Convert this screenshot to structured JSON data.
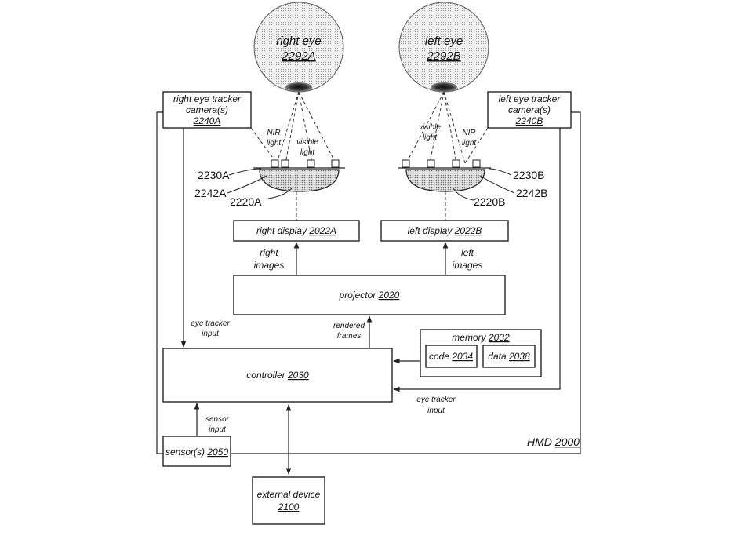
{
  "diagram": {
    "hmd": {
      "label": "HMD",
      "ref": "2000"
    },
    "right_eye": {
      "label": "right eye",
      "ref": "2292A"
    },
    "left_eye": {
      "label": "left eye",
      "ref": "2292B"
    },
    "right_tracker": {
      "line1": "right eye tracker",
      "line2": "camera(s)",
      "ref": "2240A"
    },
    "left_tracker": {
      "line1": "left eye tracker",
      "line2": "camera(s)",
      "ref": "2240B"
    },
    "right_display": {
      "label": "right display",
      "ref": "2022A"
    },
    "left_display": {
      "label": "left display",
      "ref": "2022B"
    },
    "projector": {
      "label": "projector",
      "ref": "2020"
    },
    "controller": {
      "label": "controller",
      "ref": "2030"
    },
    "memory": {
      "label": "memory",
      "ref": "2032"
    },
    "code": {
      "label": "code",
      "ref": "2034"
    },
    "data": {
      "label": "data",
      "ref": "2038"
    },
    "sensors": {
      "label": "sensor(s)",
      "ref": "2050"
    },
    "external": {
      "line1": "external device",
      "ref": "2100"
    },
    "refs": {
      "r2230A": "2230A",
      "r2242A": "2242A",
      "r2220A": "2220A",
      "r2230B": "2230B",
      "r2242B": "2242B",
      "r2220B": "2220B"
    },
    "annotations": {
      "nir_line1": "NIR",
      "nir_line2": "light",
      "visible_line1": "visible",
      "visible_line2": "light",
      "right_images_1": "right",
      "right_images_2": "images",
      "left_images_1": "left",
      "left_images_2": "images",
      "eye_tracker_input_1": "eye tracker",
      "eye_tracker_input_2": "input",
      "rendered_1": "rendered",
      "rendered_2": "frames",
      "sensor_input_1": "sensor",
      "sensor_input_2": "input"
    }
  }
}
